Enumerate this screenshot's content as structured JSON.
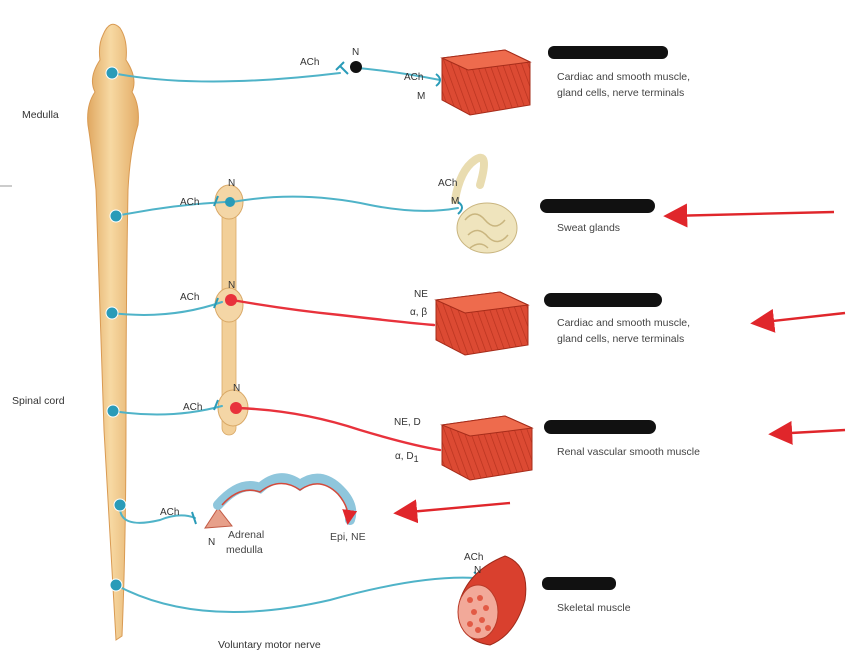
{
  "regions": {
    "medulla": "Medulla",
    "spinal_cord": "Spinal cord",
    "voluntary_motor_nerve": "Voluntary motor nerve"
  },
  "pathways": [
    {
      "preganglionic_transmitter": "ACh",
      "ganglion_receptor": "N",
      "target_transmitter": "ACh",
      "target_receptor": "M",
      "target_description": [
        "Cardiac and smooth muscle,",
        "gland cells, nerve terminals"
      ]
    },
    {
      "preganglionic_transmitter": "ACh",
      "ganglion_receptor": "N",
      "target_transmitter": "ACh",
      "target_receptor": "M",
      "target_description": [
        "Sweat glands"
      ]
    },
    {
      "preganglionic_transmitter": "ACh",
      "ganglion_receptor": "N",
      "target_transmitter": "NE",
      "target_receptor": "α, β",
      "target_description": [
        "Cardiac and smooth muscle,",
        "gland cells, nerve terminals"
      ]
    },
    {
      "preganglionic_transmitter": "ACh",
      "ganglion_receptor": "N",
      "target_transmitter": "NE, D",
      "target_receptor": "α, D",
      "target_receptor_subscript": "1",
      "target_description": [
        "Renal vascular smooth muscle"
      ]
    },
    {
      "preganglionic_transmitter": "ACh",
      "ganglion_receptor": "N",
      "organ_label": [
        "Adrenal",
        "medulla"
      ],
      "release_label": "Epi, NE"
    },
    {
      "target_transmitter": "ACh",
      "target_receptor": "N",
      "target_description": [
        "Skeletal muscle"
      ]
    }
  ],
  "colors": {
    "spinal_cord": "#f2c27e",
    "nerve": "#4fb3c8",
    "postganglionic_red": "#e8323c",
    "muscle": "#d9432e",
    "redaction": "#111111",
    "arrow": "#e0262b"
  }
}
